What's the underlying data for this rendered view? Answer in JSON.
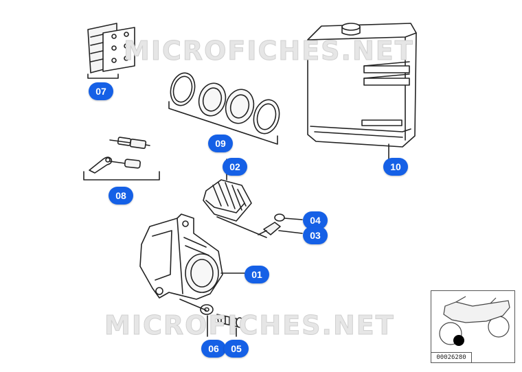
{
  "watermark": {
    "top": "MICROFICHES.NET",
    "bottom": "MICROFICHES.NET"
  },
  "callouts": [
    {
      "id": "07",
      "label": "07"
    },
    {
      "id": "09",
      "label": "09"
    },
    {
      "id": "10",
      "label": "10"
    },
    {
      "id": "08",
      "label": "08"
    },
    {
      "id": "02",
      "label": "02"
    },
    {
      "id": "04",
      "label": "04"
    },
    {
      "id": "03",
      "label": "03"
    },
    {
      "id": "01",
      "label": "01"
    },
    {
      "id": "06",
      "label": "06"
    },
    {
      "id": "05",
      "label": "05"
    }
  ],
  "thumbnail": {
    "code": "00026280"
  },
  "colors": {
    "callout": "#1560e6",
    "line": "#222222"
  }
}
